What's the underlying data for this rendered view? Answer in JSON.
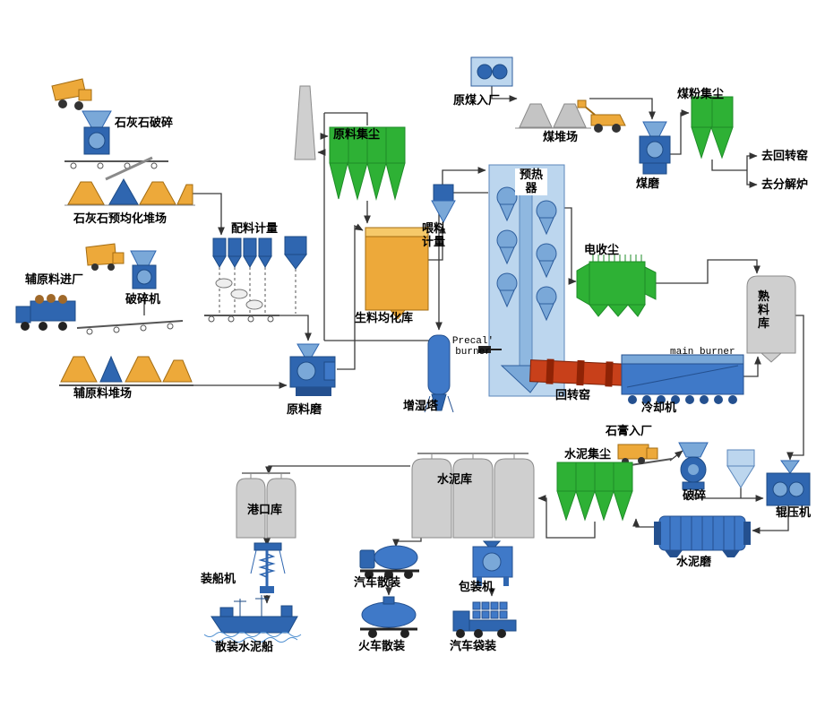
{
  "labels": {
    "limestone_crushing": "石灰石破碎",
    "limestone_yard": "石灰石预均化堆场",
    "batching_metering": "配料计量",
    "raw_material_dust": "原料集尘",
    "raw_coal_entry": "原煤入厂",
    "coal_yard": "煤堆场",
    "coal_powder_dust": "煤粉集尘",
    "coal_mill": "煤磨",
    "to_rotary_kiln": "去回转窑",
    "to_calciner": "去分解炉",
    "aux_material_entry": "辅原料进厂",
    "crusher": "破碎机",
    "feeding_metering": "喂料计量",
    "preheater": "预热器",
    "esp": "电收尘",
    "clinker_silo": "熟料库",
    "raw_meal_silo": "生料均化库",
    "aux_material_yard": "辅原料堆场",
    "raw_mill": "原料磨",
    "humidifying_tower": "增湿塔",
    "precal_burner": "Precal' burner",
    "rotary_kiln": "回转窑",
    "main_burner": "main burner",
    "cooler": "冷却机",
    "gypsum_entry": "石膏入厂",
    "cement_dust": "水泥集尘",
    "crushing": "破碎",
    "roller_press": "辊压机",
    "cement_mill": "水泥磨",
    "cement_silo": "水泥库",
    "port_silo": "港口库",
    "ship_loader": "装船机",
    "bulk_cement_ship": "散装水泥船",
    "truck_bulk": "汽车散装",
    "train_bulk": "火车散装",
    "packing_machine": "包装机",
    "truck_bagged": "汽车袋装"
  },
  "colors": {
    "equipment_blue": "#2f66b0",
    "light_blue": "#7aa8d8",
    "dust_green": "#2eb135",
    "material_orange": "#eda93a",
    "kiln_red": "#c8401a",
    "silo_gray": "#cfcfcf"
  }
}
